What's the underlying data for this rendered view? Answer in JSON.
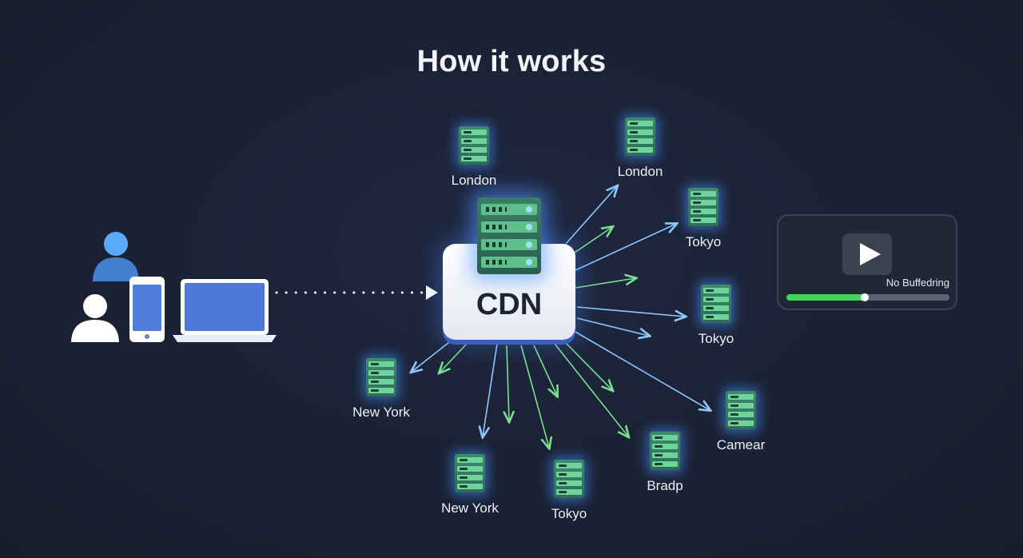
{
  "title": "How it works",
  "center": {
    "label": "CDN"
  },
  "nodes": [
    {
      "label": "London"
    },
    {
      "label": "London"
    },
    {
      "label": "Tokyo"
    },
    {
      "label": "Tokyo"
    },
    {
      "label": "New York"
    },
    {
      "label": "New York"
    },
    {
      "label": "Tokyo"
    },
    {
      "label": "Bradp"
    },
    {
      "label": "Camear"
    }
  ],
  "player": {
    "status": "No Buffedring",
    "progress": 0.48
  },
  "colors": {
    "accent_blue": "#5aa9ff",
    "accent_green": "#43d35a",
    "arrow_blue": "#8fc8ff",
    "arrow_green": "#7ae08f"
  }
}
